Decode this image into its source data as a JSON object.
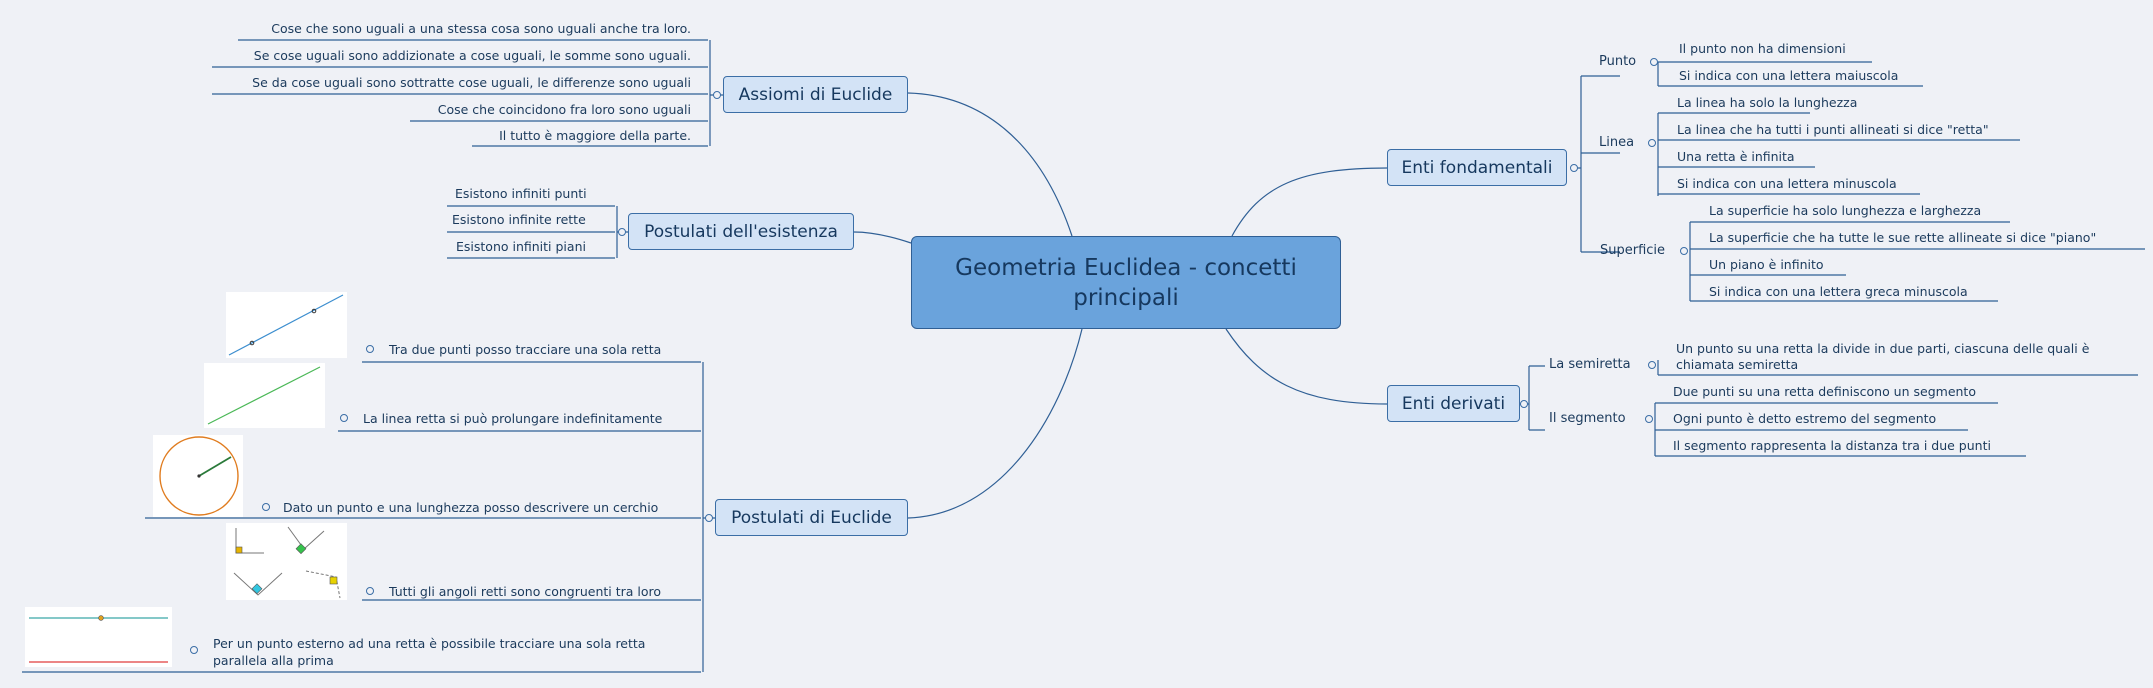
{
  "central": {
    "title": "Geometria Euclidea - concetti principali"
  },
  "assiomi": {
    "title": "Assiomi di Euclide",
    "items": [
      "Cose che sono uguali a una stessa cosa sono uguali anche tra loro.",
      "Se cose uguali sono addizionate a cose uguali, le somme sono uguali.",
      "Se da cose uguali sono sottratte cose uguali, le differenze sono uguali",
      "Cose che coincidono fra loro sono uguali",
      "Il tutto è maggiore della parte."
    ]
  },
  "esistenza": {
    "title": "Postulati dell'esistenza",
    "items": [
      "Esistono infiniti punti",
      "Esistono infinite rette",
      "Esistono infiniti piani"
    ]
  },
  "postulati": {
    "title": "Postulati di Euclide",
    "items": [
      "Tra due punti posso tracciare una sola retta",
      "La linea retta si può prolungare indefinitamente",
      "Dato un punto e una lunghezza posso descrivere un cerchio",
      "Tutti gli angoli retti sono congruenti tra loro",
      "Per un punto esterno ad una retta è possibile tracciare una sola retta",
      "parallela alla prima"
    ]
  },
  "fondamentali": {
    "title": "Enti fondamentali",
    "groups": [
      {
        "label": "Punto",
        "items": [
          "Il punto non ha dimensioni",
          "Si indica con una lettera maiuscola"
        ]
      },
      {
        "label": "Linea",
        "items": [
          "La linea ha solo la lunghezza",
          "La linea che ha tutti i punti allineati si dice \"retta\"",
          "Una retta è infinita",
          "Si indica con una lettera minuscola"
        ]
      },
      {
        "label": "Superficie",
        "items": [
          "La superficie ha solo lunghezza e larghezza",
          "La superficie che ha tutte le sue rette allineate si dice \"piano\"",
          "Un piano è infinito",
          "Si indica con una lettera greca minuscola"
        ]
      }
    ]
  },
  "derivati": {
    "title": "Enti derivati",
    "groups": [
      {
        "label": "La semiretta",
        "items": [
          "Un punto su una retta la divide in due parti, ciascuna delle quali è",
          "chiamata semiretta"
        ]
      },
      {
        "label": "Il segmento",
        "items": [
          "Due punti su una retta definiscono un segmento",
          "Ogni punto è detto estremo del segmento",
          "Il segmento rappresenta la distanza tra i due punti"
        ]
      }
    ]
  },
  "colors": {
    "line": "#2f5f95",
    "topic": "#d3e3f6",
    "central": "#6aa3dc",
    "background": "#eff1f6"
  }
}
